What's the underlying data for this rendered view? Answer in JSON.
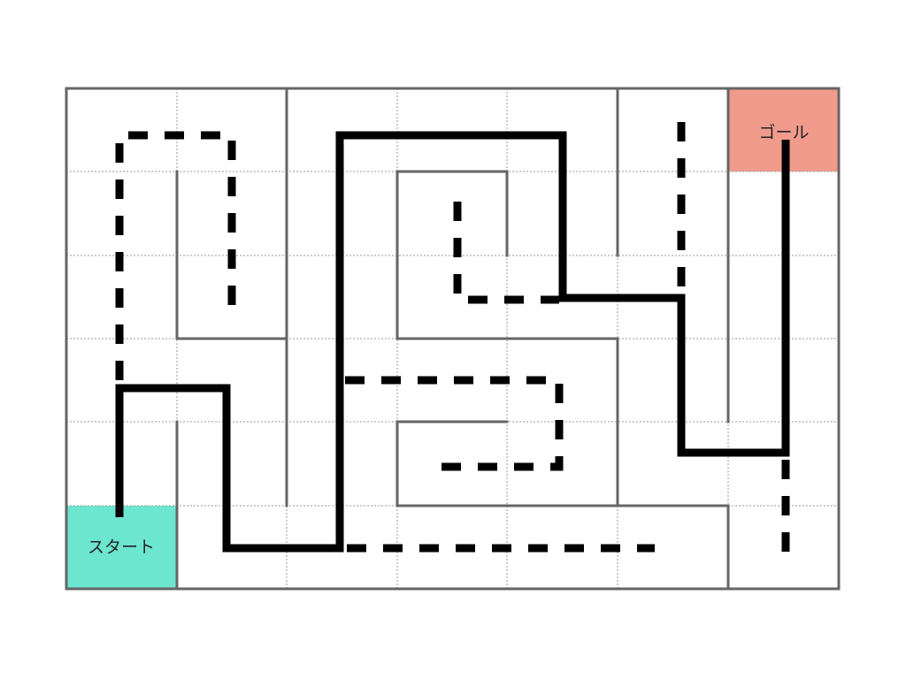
{
  "maze": {
    "cols": 7,
    "rows": 6,
    "start": {
      "label": "スタート",
      "col": 0,
      "row": 5,
      "color": "#6de6d0"
    },
    "goal": {
      "label": "ゴール",
      "col": 6,
      "row": 0,
      "color": "#f19b8d"
    },
    "colors": {
      "background": "#ffffff",
      "wall": "#666666",
      "grid": "#9a9a9a",
      "route": "#000000"
    }
  }
}
